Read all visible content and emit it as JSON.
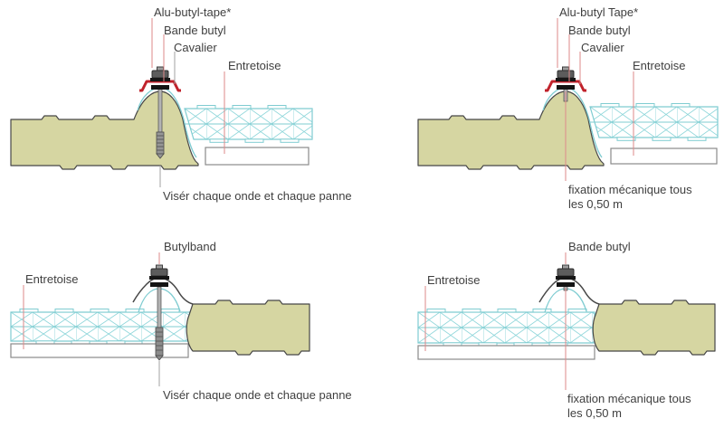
{
  "q1": {
    "tape": "Alu-butyl-tape*",
    "band": "Bande butyl",
    "cavalier": "Cavalier",
    "entretoise": "Entretoise",
    "caption": "Visér chaque onde et chaque panne"
  },
  "q2": {
    "tape": "Alu-butyl Tape*",
    "band": "Bande butyl",
    "cavalier": "Cavalier",
    "entretoise": "Entretoise",
    "caption_line1": "fixation mécanique tous",
    "caption_line2": "les 0,50 m"
  },
  "q3": {
    "band": "Butylband",
    "entretoise": "Entretoise",
    "caption": "Visér chaque onde et chaque panne"
  },
  "q4": {
    "band": "Bande butyl",
    "entretoise": "Entretoise",
    "caption_line1": "fixation mécanique tous",
    "caption_line2": "les 0,50 m"
  },
  "colors": {
    "panel_fill": "#d6d6a2",
    "panel_stroke": "#474747",
    "lattice_teal": "#7fccd1",
    "cavalier_red": "#c0222b",
    "leader_red": "#dd8a8a",
    "leader_gray": "#a0a0a0",
    "text": "#3f3f3f"
  }
}
